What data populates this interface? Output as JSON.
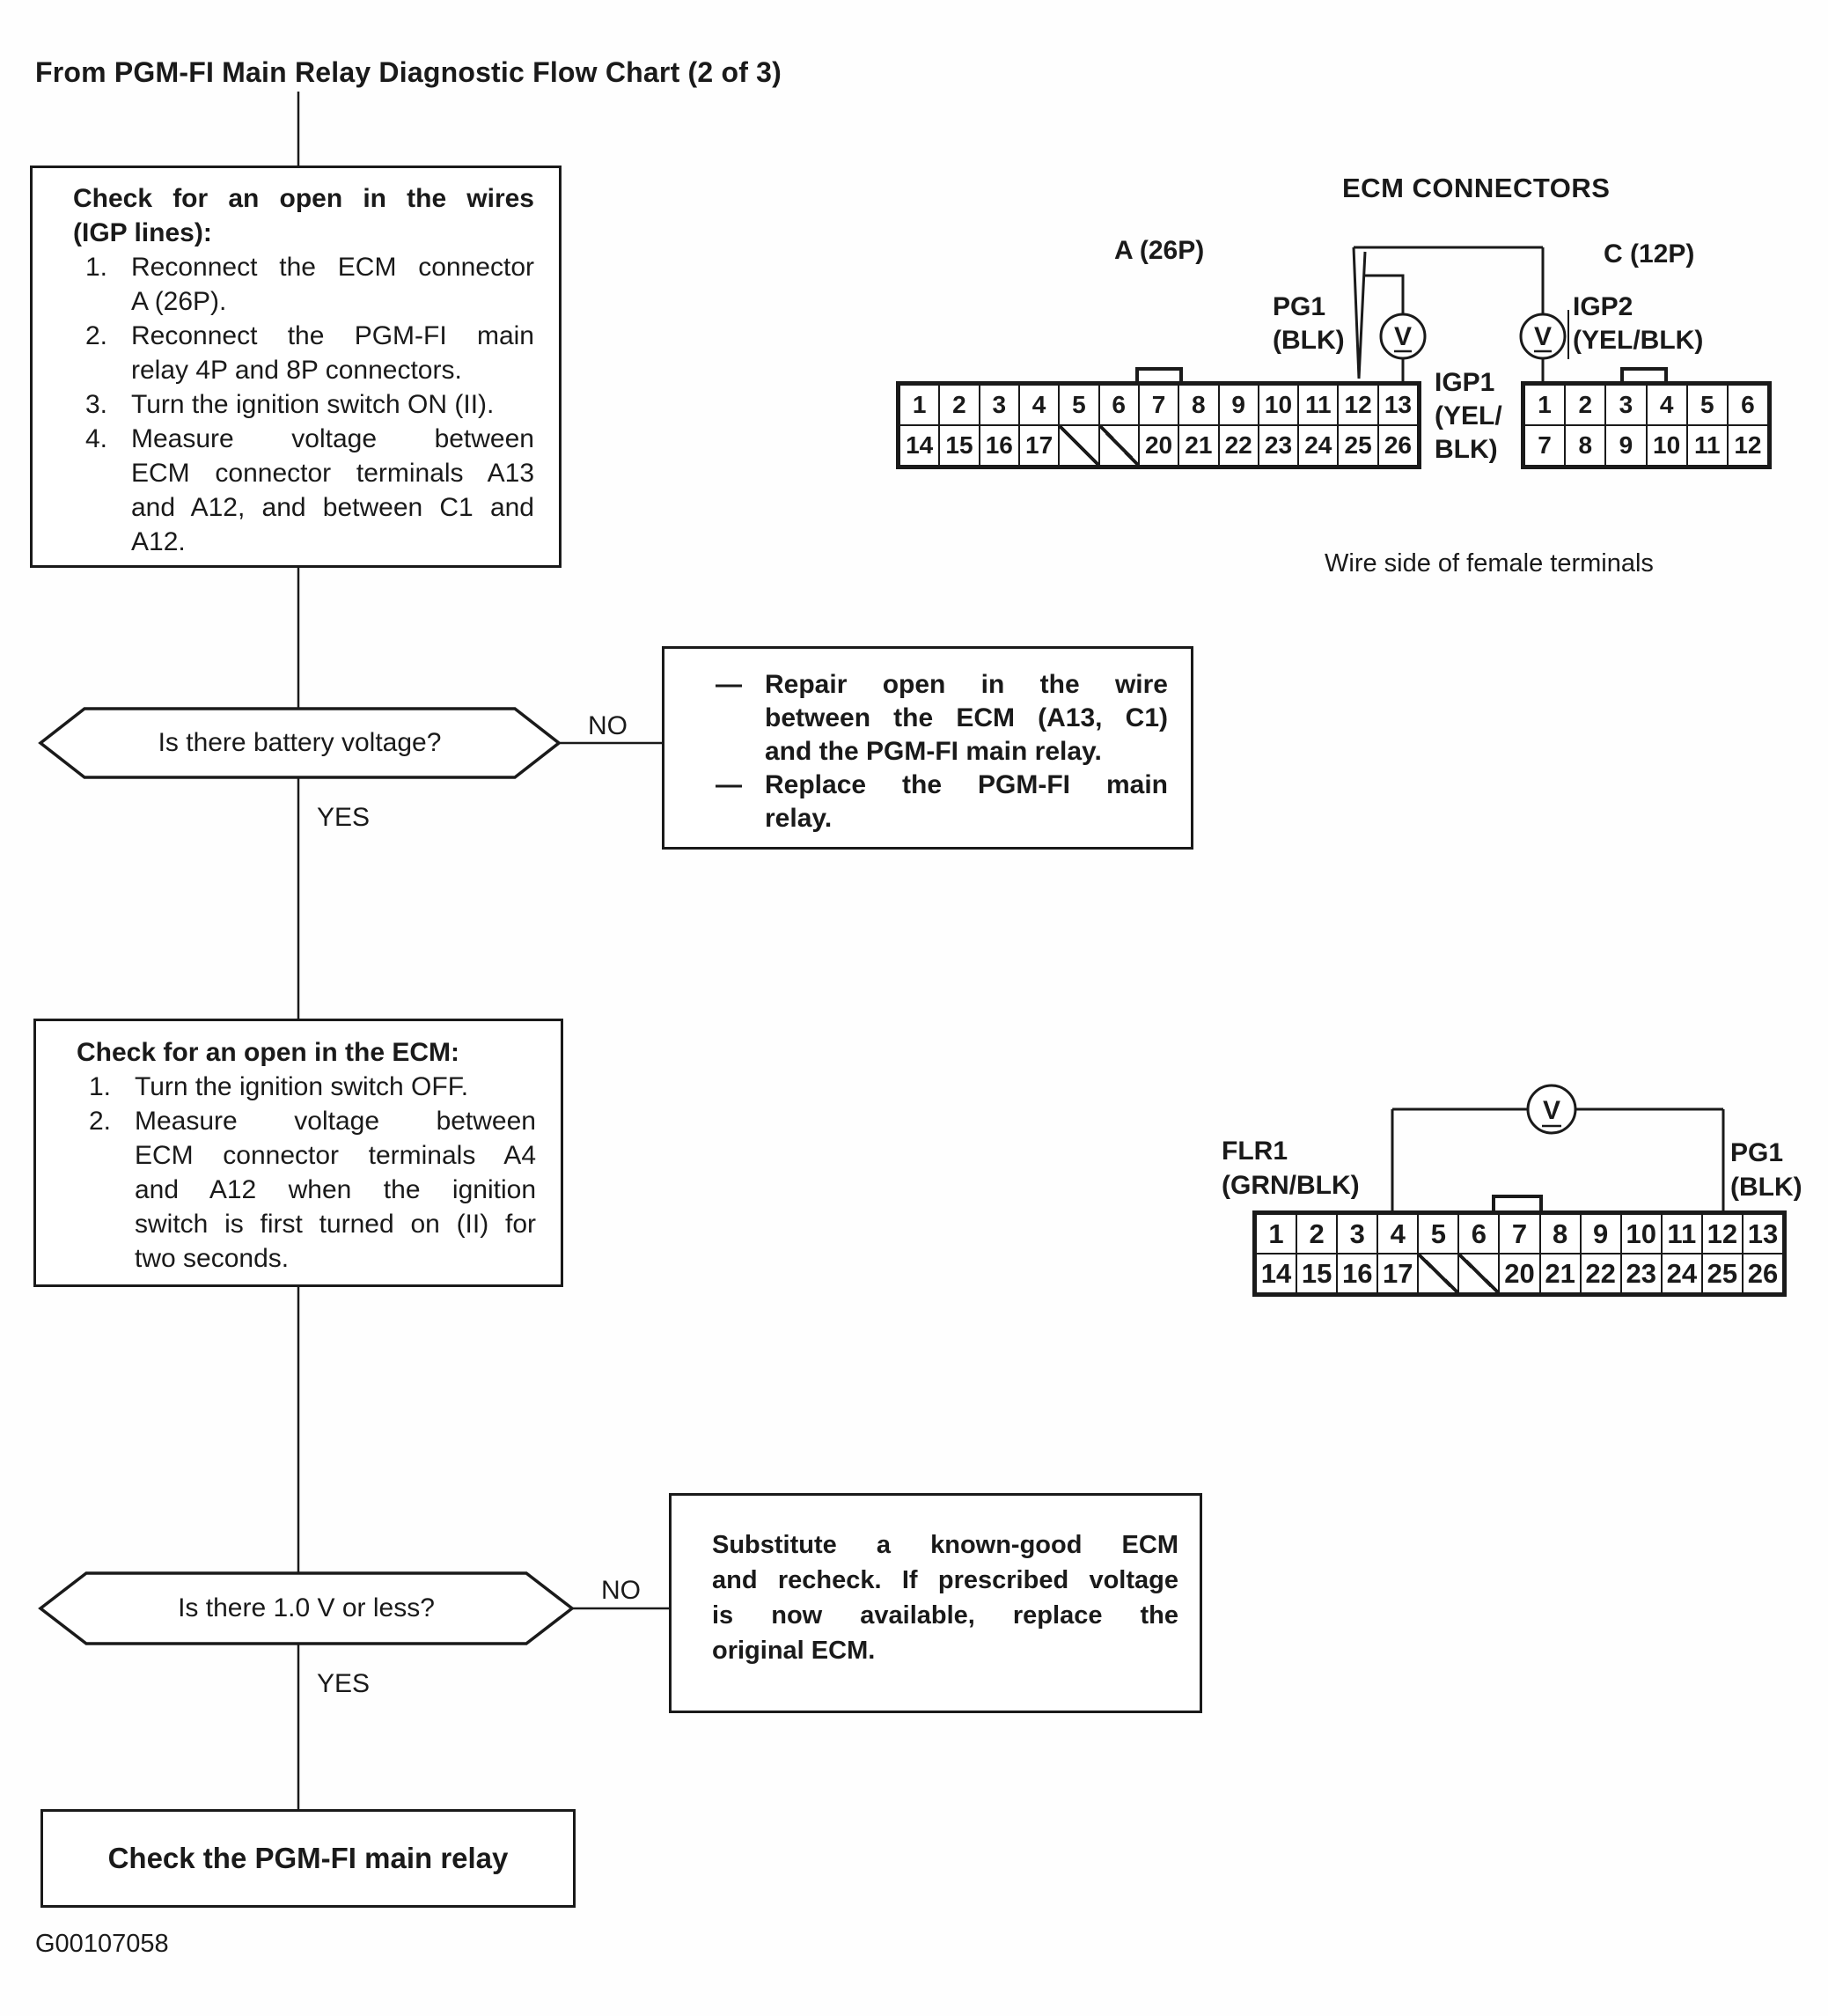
{
  "title": "From PGM-FI Main Relay Diagnostic Flow Chart (2 of 3)",
  "figure_code": "G00107058",
  "flow": {
    "step1": {
      "heading_lines": [
        "Check for an open in the wires",
        "(IGP lines):"
      ],
      "items": [
        {
          "num": "1.",
          "lines": [
            "Reconnect the ECM connector",
            "A (26P)."
          ]
        },
        {
          "num": "2.",
          "lines": [
            "Reconnect the PGM-FI main",
            "relay 4P and 8P connectors."
          ]
        },
        {
          "num": "3.",
          "lines": [
            "Turn the ignition switch ON (II)."
          ]
        },
        {
          "num": "4.",
          "lines": [
            "Measure voltage between",
            "ECM connector terminals A13",
            "and A12, and between C1 and",
            "A12."
          ]
        }
      ]
    },
    "decision1": {
      "question": "Is there battery voltage?",
      "no_label": "NO",
      "yes_label": "YES"
    },
    "action1": {
      "items": [
        {
          "dash": "—",
          "lines": [
            "Repair open in the wire",
            "between the ECM (A13, C1)",
            "and the PGM-FI main relay."
          ]
        },
        {
          "dash": "—",
          "lines": [
            "Replace the PGM-FI main",
            "relay."
          ]
        }
      ]
    },
    "step2": {
      "heading_lines": [
        "Check for an open in the ECM:"
      ],
      "items": [
        {
          "num": "1.",
          "lines": [
            "Turn the ignition switch OFF."
          ]
        },
        {
          "num": "2.",
          "lines": [
            "Measure voltage between",
            "ECM connector terminals A4",
            "and A12 when the ignition",
            "switch is first turned on (II) for",
            "two seconds."
          ]
        }
      ]
    },
    "decision2": {
      "question": "Is there 1.0 V or less?",
      "no_label": "NO",
      "yes_label": "YES"
    },
    "action2": {
      "lines": [
        "Substitute a known-good ECM",
        "and recheck. If prescribed voltage",
        "is now available, replace the",
        "original ECM."
      ]
    },
    "step3": {
      "text": "Check the PGM-FI main relay"
    }
  },
  "ecm_diagram": {
    "title": "ECM CONNECTORS",
    "connector_a": {
      "label": "A (26P)",
      "rows": [
        [
          "1",
          "2",
          "3",
          "4",
          "5",
          "6",
          "7",
          "8",
          "9",
          "10",
          "11",
          "12",
          "13"
        ],
        [
          "14",
          "15",
          "16",
          "17",
          "/",
          "/",
          "20",
          "21",
          "22",
          "23",
          "24",
          "25",
          "26"
        ]
      ]
    },
    "connector_c": {
      "label": "C (12P)",
      "rows": [
        [
          "1",
          "2",
          "3",
          "4",
          "5",
          "6"
        ],
        [
          "7",
          "8",
          "9",
          "10",
          "11",
          "12"
        ]
      ]
    },
    "pg1_lines": [
      "PG1",
      "(BLK)"
    ],
    "igp1_lines": [
      "IGP1",
      "(YEL/",
      "BLK)"
    ],
    "igp2_lines": [
      "IGP2",
      "(YEL/BLK)"
    ],
    "meter_symbol": "V",
    "caption": "Wire side of female terminals"
  },
  "ecm_diagram2": {
    "flr1_lines": [
      "FLR1",
      "(GRN/BLK)"
    ],
    "pg1_lines": [
      "PG1",
      "(BLK)"
    ],
    "meter_symbol": "V",
    "connector": {
      "rows": [
        [
          "1",
          "2",
          "3",
          "4",
          "5",
          "6",
          "7",
          "8",
          "9",
          "10",
          "11",
          "12",
          "13"
        ],
        [
          "14",
          "15",
          "16",
          "17",
          "/",
          "/",
          "20",
          "21",
          "22",
          "23",
          "24",
          "25",
          "26"
        ]
      ]
    }
  }
}
